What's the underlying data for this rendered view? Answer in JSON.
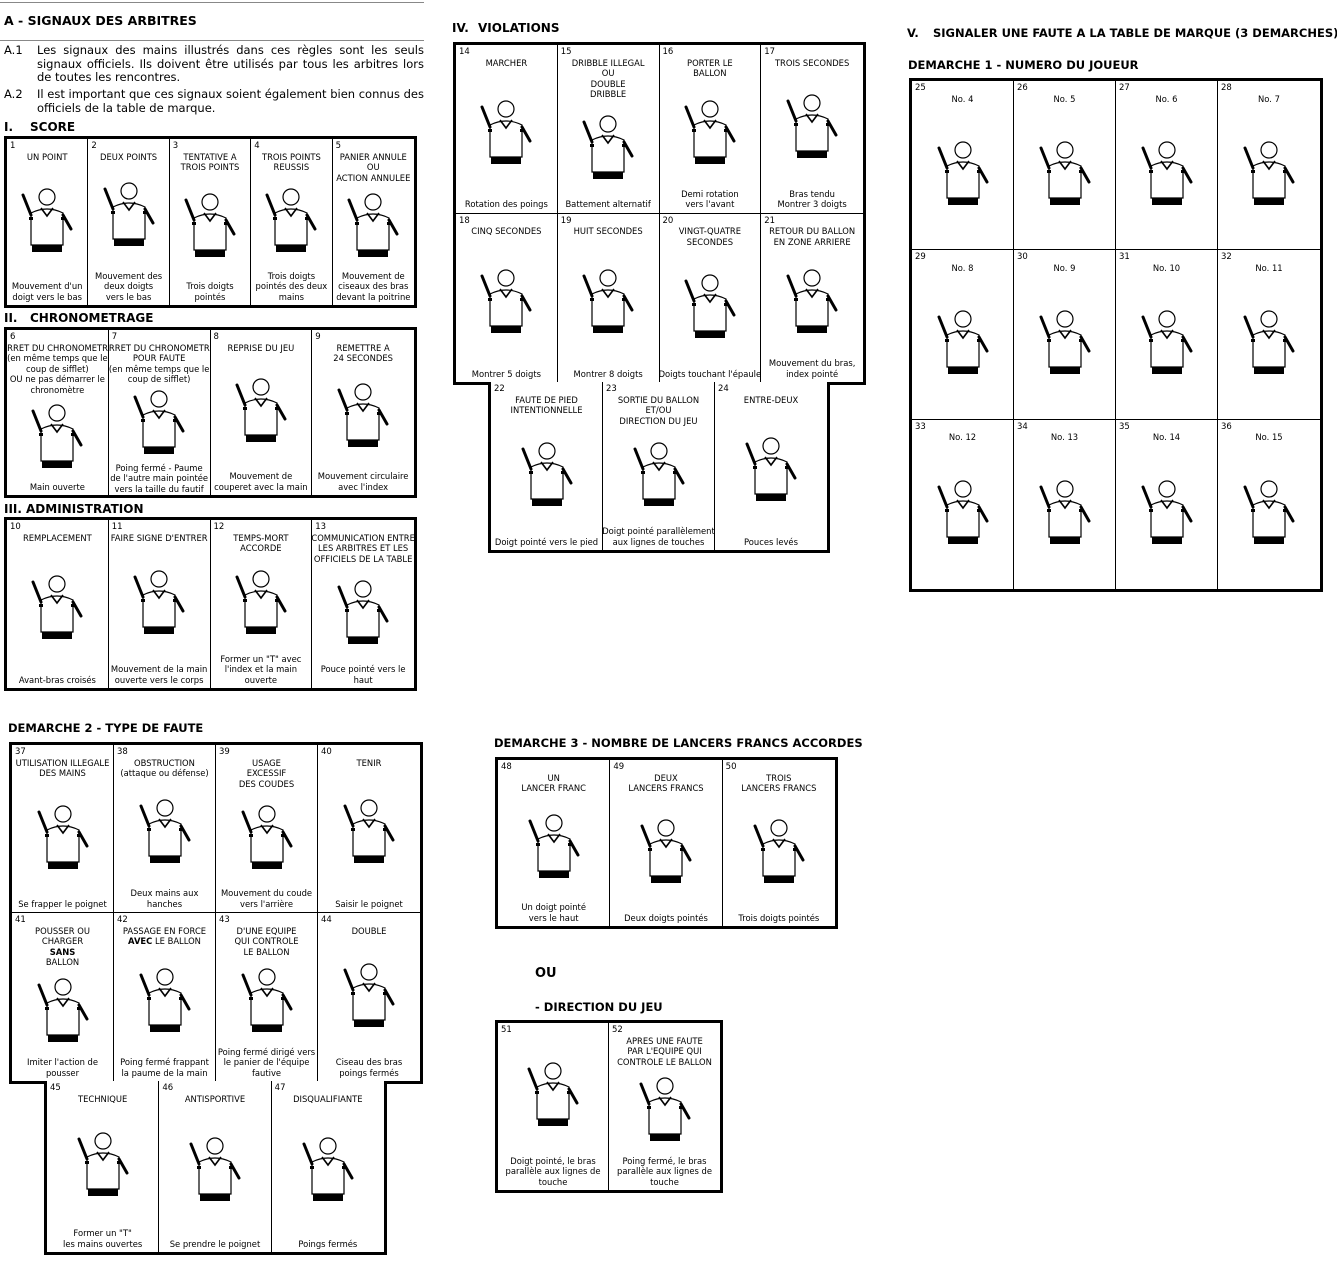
{
  "header": {
    "title": "A - SIGNAUX DES ARBITRES",
    "paragraphs": [
      {
        "label": "A.1",
        "text": "Les signaux des mains illustrés dans ces règles sont les seuls signaux officiels. Ils doivent être utilisés par tous les arbitres lors de toutes les rencontres."
      },
      {
        "label": "A.2",
        "text": "Il est important que ces signaux soient également bien connus des officiels de la table de marque."
      }
    ]
  },
  "headings": {
    "score": {
      "num": "I.",
      "text": "SCORE"
    },
    "chrono": {
      "num": "II.",
      "text": "CHRONOMETRAGE"
    },
    "admin": {
      "num": "III.",
      "text": "ADMINISTRATION"
    },
    "violations": {
      "num": "IV.",
      "text": "VIOLATIONS"
    },
    "signal": {
      "num": "V.",
      "text": "SIGNALER UNE FAUTE A LA TABLE DE MARQUE (3 DEMARCHES)"
    },
    "demarche1": "DEMARCHE 1  -  NUMERO DU JOUEUR",
    "demarche2": "DEMARCHE 2  -  TYPE DE FAUTE",
    "demarche3": "DEMARCHE 3  -  NOMBRE DE LANCERS FRANCS ACCORDES",
    "ou": "OU",
    "direction": "-  DIRECTION DU JEU"
  },
  "boxes": {
    "score": [
      {
        "n": "1",
        "title": [
          "UN POINT"
        ],
        "caption": [
          "Mouvement d'un",
          "doigt vers le bas"
        ]
      },
      {
        "n": "2",
        "title": [
          "DEUX POINTS"
        ],
        "caption": [
          "Mouvement des",
          "deux doigts",
          "vers le bas"
        ]
      },
      {
        "n": "3",
        "title": [
          "TENTATIVE A",
          "TROIS POINTS"
        ],
        "caption": [
          "Trois doigts",
          "pointés"
        ]
      },
      {
        "n": "4",
        "title": [
          "TROIS POINTS",
          "REUSSIS"
        ],
        "caption": [
          "Trois doigts",
          "pointés des deux",
          "mains"
        ]
      },
      {
        "n": "5",
        "title": [
          "PANIER ANNULE",
          "OU",
          "ACTION ANNULEE"
        ],
        "caption": [
          "Mouvement de",
          "ciseaux des bras",
          "devant la poitrine"
        ]
      }
    ],
    "chrono": [
      {
        "n": "6",
        "title": [
          "ARRET DU CHRONOMETRE",
          "(en même temps que le",
          "coup de sifflet)",
          "OU ne pas démarrer le",
          "chronomètre"
        ],
        "caption": [
          "Main ouverte"
        ]
      },
      {
        "n": "7",
        "title": [
          "ARRET DU CHRONOMETRE",
          "POUR FAUTE",
          "(en même temps que le",
          "coup de sifflet)"
        ],
        "caption": [
          "Poing fermé - Paume",
          "de l'autre main pointée",
          "vers la taille du fautif"
        ]
      },
      {
        "n": "8",
        "title": [
          "REPRISE DU JEU"
        ],
        "caption": [
          "Mouvement de",
          "couperet avec la main"
        ]
      },
      {
        "n": "9",
        "title": [
          "REMETTRE A",
          "24 SECONDES"
        ],
        "caption": [
          "Mouvement circulaire",
          "avec l'index"
        ]
      }
    ],
    "admin": [
      {
        "n": "10",
        "title": [
          "REMPLACEMENT"
        ],
        "caption": [
          "Avant-bras croisés"
        ]
      },
      {
        "n": "11",
        "title": [
          "FAIRE SIGNE D'ENTRER"
        ],
        "caption": [
          "Mouvement de la main",
          "ouverte vers le corps"
        ]
      },
      {
        "n": "12",
        "title": [
          "TEMPS-MORT",
          "ACCORDE"
        ],
        "caption": [
          "Former un \"T\" avec",
          "l'index et la main",
          "ouverte"
        ]
      },
      {
        "n": "13",
        "title": [
          "COMMUNICATION ENTRE",
          "LES ARBITRES ET LES",
          "OFFICIELS DE LA TABLE"
        ],
        "caption": [
          "Pouce pointé vers le",
          "haut"
        ]
      }
    ],
    "violations": [
      {
        "n": "14",
        "title": [
          "MARCHER"
        ],
        "caption": [
          "Rotation des poings"
        ]
      },
      {
        "n": "15",
        "title": [
          "DRIBBLE ILLEGAL",
          "OU",
          "DOUBLE",
          "DRIBBLE"
        ],
        "caption": [
          "Battement alternatif"
        ]
      },
      {
        "n": "16",
        "title": [
          "PORTER LE",
          "BALLON"
        ],
        "caption": [
          "Demi rotation",
          "vers l'avant"
        ]
      },
      {
        "n": "17",
        "title": [
          "TROIS SECONDES"
        ],
        "caption": [
          "Bras tendu",
          "Montrer 3 doigts"
        ]
      },
      {
        "n": "18",
        "title": [
          "CINQ SECONDES"
        ],
        "caption": [
          "Montrer 5 doigts"
        ]
      },
      {
        "n": "19",
        "title": [
          "HUIT SECONDES"
        ],
        "caption": [
          "Montrer 8 doigts"
        ]
      },
      {
        "n": "20",
        "title": [
          "VINGT-QUATRE",
          "SECONDES"
        ],
        "caption": [
          "Doigts touchant l'épaule"
        ]
      },
      {
        "n": "21",
        "title": [
          "RETOUR DU BALLON",
          "EN ZONE ARRIERE"
        ],
        "caption": [
          "Mouvement du bras,",
          "index pointé"
        ]
      }
    ],
    "violations2": [
      {
        "n": "22",
        "title": [
          "FAUTE DE PIED",
          "INTENTIONNELLE"
        ],
        "caption": [
          "Doigt pointé vers le pied"
        ]
      },
      {
        "n": "23",
        "title": [
          "SORTIE DU BALLON",
          "ET/OU",
          "DIRECTION DU JEU"
        ],
        "caption": [
          "Doigt pointé parallèlement",
          "aux lignes de touches"
        ]
      },
      {
        "n": "24",
        "title": [
          "ENTRE-DEUX"
        ],
        "caption": [
          "Pouces levés"
        ]
      }
    ],
    "numbers": [
      {
        "n": "25",
        "title": [
          "No. 4"
        ],
        "caption": []
      },
      {
        "n": "26",
        "title": [
          "No. 5"
        ],
        "caption": []
      },
      {
        "n": "27",
        "title": [
          "No. 6"
        ],
        "caption": []
      },
      {
        "n": "28",
        "title": [
          "No. 7"
        ],
        "caption": []
      },
      {
        "n": "29",
        "title": [
          "No. 8"
        ],
        "caption": []
      },
      {
        "n": "30",
        "title": [
          "No. 9"
        ],
        "caption": []
      },
      {
        "n": "31",
        "title": [
          "No. 10"
        ],
        "caption": []
      },
      {
        "n": "32",
        "title": [
          "No. 11"
        ],
        "caption": []
      },
      {
        "n": "33",
        "title": [
          "No. 12"
        ],
        "caption": []
      },
      {
        "n": "34",
        "title": [
          "No. 13"
        ],
        "caption": []
      },
      {
        "n": "35",
        "title": [
          "No. 14"
        ],
        "caption": []
      },
      {
        "n": "36",
        "title": [
          "No. 15"
        ],
        "caption": []
      }
    ],
    "fouls": [
      {
        "n": "37",
        "title": [
          "UTILISATION ILLEGALE",
          "DES MAINS"
        ],
        "caption": [
          "Se frapper le poignet"
        ]
      },
      {
        "n": "38",
        "title": [
          "OBSTRUCTION",
          "(attaque ou défense)"
        ],
        "caption": [
          "Deux mains aux",
          "hanches"
        ]
      },
      {
        "n": "39",
        "title": [
          "USAGE",
          "EXCESSIF",
          "DES COUDES"
        ],
        "caption": [
          "Mouvement du coude",
          "vers l'arrière"
        ]
      },
      {
        "n": "40",
        "title": [
          "TENIR"
        ],
        "caption": [
          "Saisir le poignet"
        ]
      },
      {
        "n": "41",
        "title": [
          "POUSSER OU",
          "CHARGER",
          [
            {
              "text": "SANS",
              "bold": true
            }
          ],
          "BALLON"
        ],
        "caption": [
          "Imiter l'action de",
          "pousser"
        ]
      },
      {
        "n": "42",
        "title": [
          "PASSAGE EN FORCE",
          [
            {
              "text": "AVEC",
              "bold": true
            },
            {
              "text": " LE BALLON"
            }
          ]
        ],
        "caption": [
          "Poing fermé frappant",
          "la paume de la main"
        ]
      },
      {
        "n": "43",
        "title": [
          "D'UNE EQUIPE",
          "QUI CONTROLE",
          "LE BALLON"
        ],
        "caption": [
          "Poing fermé dirigé vers",
          "le panier de l'équipe",
          "fautive"
        ]
      },
      {
        "n": "44",
        "title": [
          "DOUBLE"
        ],
        "caption": [
          "Ciseau des bras",
          "poings fermés"
        ]
      }
    ],
    "fouls2": [
      {
        "n": "45",
        "title": [
          "TECHNIQUE"
        ],
        "caption": [
          "Former un \"T\"",
          "les mains ouvertes"
        ]
      },
      {
        "n": "46",
        "title": [
          "ANTISPORTIVE"
        ],
        "caption": [
          "Se prendre le poignet"
        ]
      },
      {
        "n": "47",
        "title": [
          "DISQUALIFIANTE"
        ],
        "caption": [
          "Poings fermés"
        ]
      }
    ],
    "freethrows": [
      {
        "n": "48",
        "title": [
          "UN",
          "LANCER FRANC"
        ],
        "caption": [
          "Un doigt pointé",
          "vers le haut"
        ]
      },
      {
        "n": "49",
        "title": [
          "DEUX",
          "LANCERS FRANCS"
        ],
        "caption": [
          "Deux doigts pointés"
        ]
      },
      {
        "n": "50",
        "title": [
          "TROIS",
          "LANCERS FRANCS"
        ],
        "caption": [
          "Trois doigts pointés"
        ]
      }
    ],
    "direction": [
      {
        "n": "51",
        "title": [],
        "caption": [
          "Doigt pointé, le bras",
          "parallèle aux lignes de",
          "touche"
        ]
      },
      {
        "n": "52",
        "title": [
          "APRES UNE FAUTE",
          "PAR L'EQUIPE QUI",
          "CONTROLE LE BALLON"
        ],
        "caption": [
          "Poing fermé, le bras",
          "parallèle aux lignes de",
          "touche"
        ]
      }
    ]
  }
}
